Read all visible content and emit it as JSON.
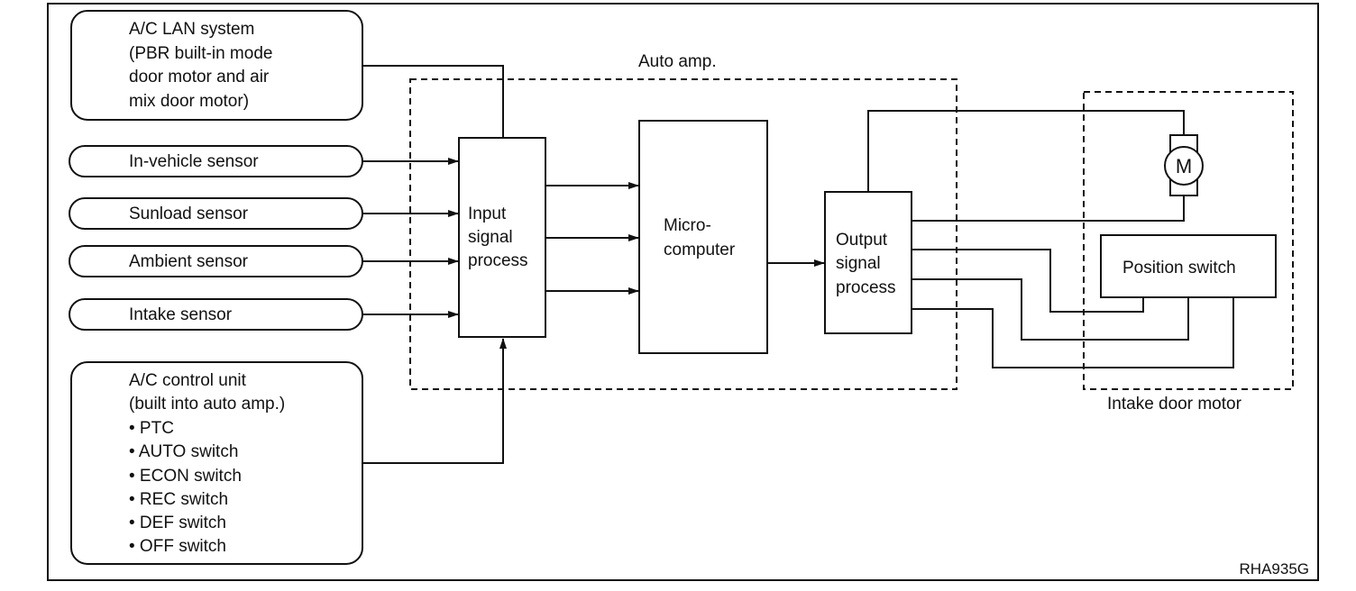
{
  "sources": {
    "lan": [
      "A/C LAN system",
      "(PBR built-in mode",
      "door motor and air",
      "mix door motor)"
    ],
    "in_vehicle": "In-vehicle sensor",
    "sunload": "Sunload sensor",
    "ambient": "Ambient sensor",
    "intake": "Intake sensor",
    "control_unit": [
      "A/C control unit",
      "(built into auto amp.)",
      "• PTC",
      "• AUTO switch",
      "• ECON switch",
      "• REC switch",
      "• DEF switch",
      "• OFF switch"
    ]
  },
  "auto_amp": {
    "title": "Auto amp.",
    "input": [
      "Input",
      "signal",
      "process"
    ],
    "micro": [
      "Micro-",
      "computer"
    ],
    "output": [
      "Output",
      "signal",
      "process"
    ]
  },
  "motor": {
    "symbol": "M",
    "position_switch": "Position switch",
    "caption": "Intake door motor"
  },
  "figure_code": "RHA935G"
}
